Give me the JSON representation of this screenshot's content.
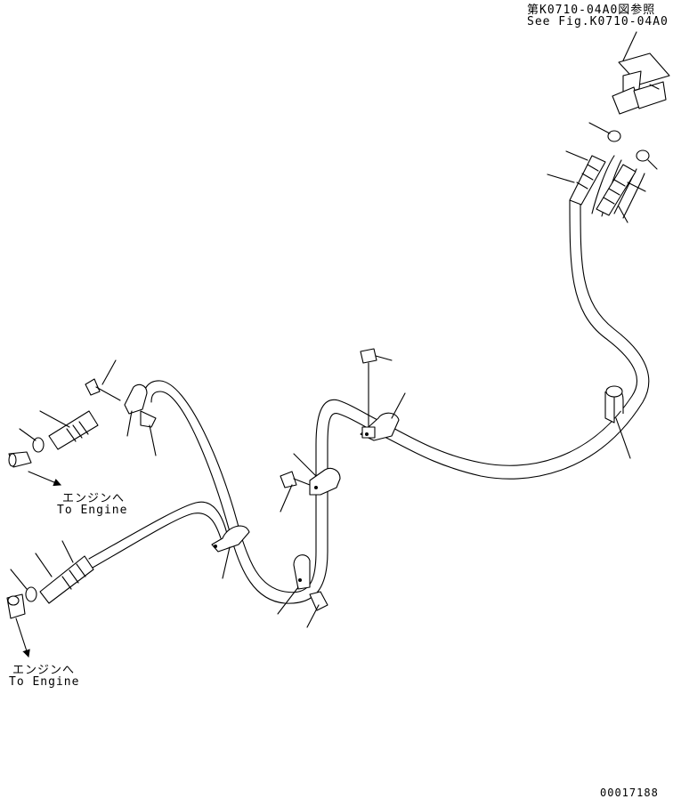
{
  "reference": {
    "japanese": "第K0710-04A0図参照",
    "english": "See Fig.K0710-04A0"
  },
  "destination_upper": {
    "japanese": "エンジンへ",
    "english": "To Engine"
  },
  "destination_lower": {
    "japanese": "エンジンへ",
    "english": "To Engine"
  },
  "drawing_number": "00017188"
}
